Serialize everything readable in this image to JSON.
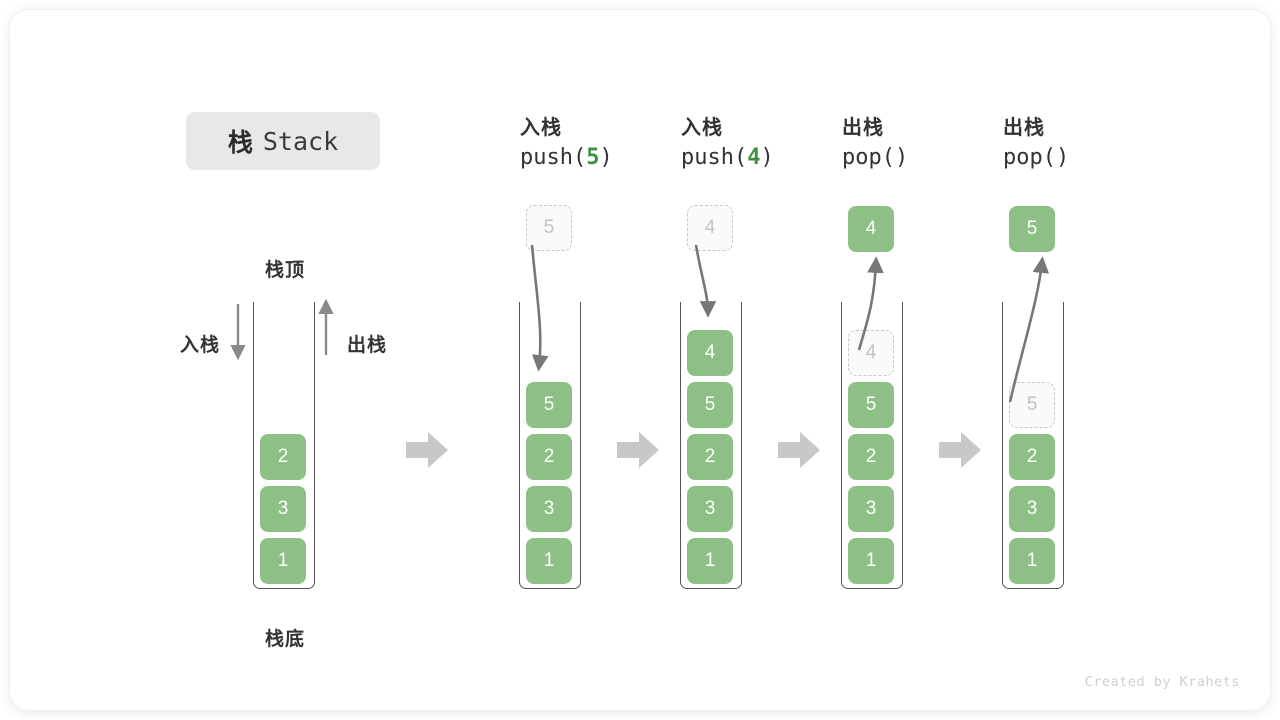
{
  "title": {
    "cn": "栈",
    "en": "Stack"
  },
  "labels": {
    "top": "栈顶",
    "bottom": "栈底",
    "push_side": "入栈",
    "pop_side": "出栈"
  },
  "credit": "Created by Krahets",
  "colors": {
    "cell_fill": "#8cc084",
    "cell_text": "#ffffff",
    "ghost_border": "#c9c9c9",
    "ghost_text": "#c2c2c2",
    "arrow": "#777777",
    "separator": "#c8c8c8",
    "accent_green": "#3f9142",
    "badge_bg": "#e8e8e8",
    "text_dark": "#333333"
  },
  "separator_icon": "right-block-arrow",
  "columns": [
    {
      "id": "initial",
      "head_line1": "",
      "head_line2": "",
      "head_arg": "",
      "floating": null,
      "cells": [
        {
          "value": "2",
          "state": "solid"
        },
        {
          "value": "3",
          "state": "solid"
        },
        {
          "value": "1",
          "state": "solid"
        }
      ]
    },
    {
      "id": "push-5",
      "head_line1": "入栈",
      "head_line2_prefix": "push(",
      "head_arg": "5",
      "head_line2_suffix": ")",
      "floating": {
        "value": "5",
        "state": "ghost"
      },
      "cells": [
        {
          "value": "5",
          "state": "solid"
        },
        {
          "value": "2",
          "state": "solid"
        },
        {
          "value": "3",
          "state": "solid"
        },
        {
          "value": "1",
          "state": "solid"
        }
      ]
    },
    {
      "id": "push-4",
      "head_line1": "入栈",
      "head_line2_prefix": "push(",
      "head_arg": "4",
      "head_line2_suffix": ")",
      "floating": {
        "value": "4",
        "state": "ghost"
      },
      "cells": [
        {
          "value": "4",
          "state": "solid"
        },
        {
          "value": "5",
          "state": "solid"
        },
        {
          "value": "2",
          "state": "solid"
        },
        {
          "value": "3",
          "state": "solid"
        },
        {
          "value": "1",
          "state": "solid"
        }
      ]
    },
    {
      "id": "pop-1",
      "head_line1": "出栈",
      "head_line2_prefix": "pop(",
      "head_arg": "",
      "head_line2_suffix": ")",
      "floating": {
        "value": "4",
        "state": "solid"
      },
      "cells": [
        {
          "value": "4",
          "state": "ghost"
        },
        {
          "value": "5",
          "state": "solid"
        },
        {
          "value": "2",
          "state": "solid"
        },
        {
          "value": "3",
          "state": "solid"
        },
        {
          "value": "1",
          "state": "solid"
        }
      ]
    },
    {
      "id": "pop-2",
      "head_line1": "出栈",
      "head_line2_prefix": "pop(",
      "head_arg": "",
      "head_line2_suffix": ")",
      "floating": {
        "value": "5",
        "state": "solid"
      },
      "cells": [
        {
          "value": "5",
          "state": "ghost"
        },
        {
          "value": "2",
          "state": "solid"
        },
        {
          "value": "3",
          "state": "solid"
        },
        {
          "value": "1",
          "state": "solid"
        }
      ]
    }
  ]
}
